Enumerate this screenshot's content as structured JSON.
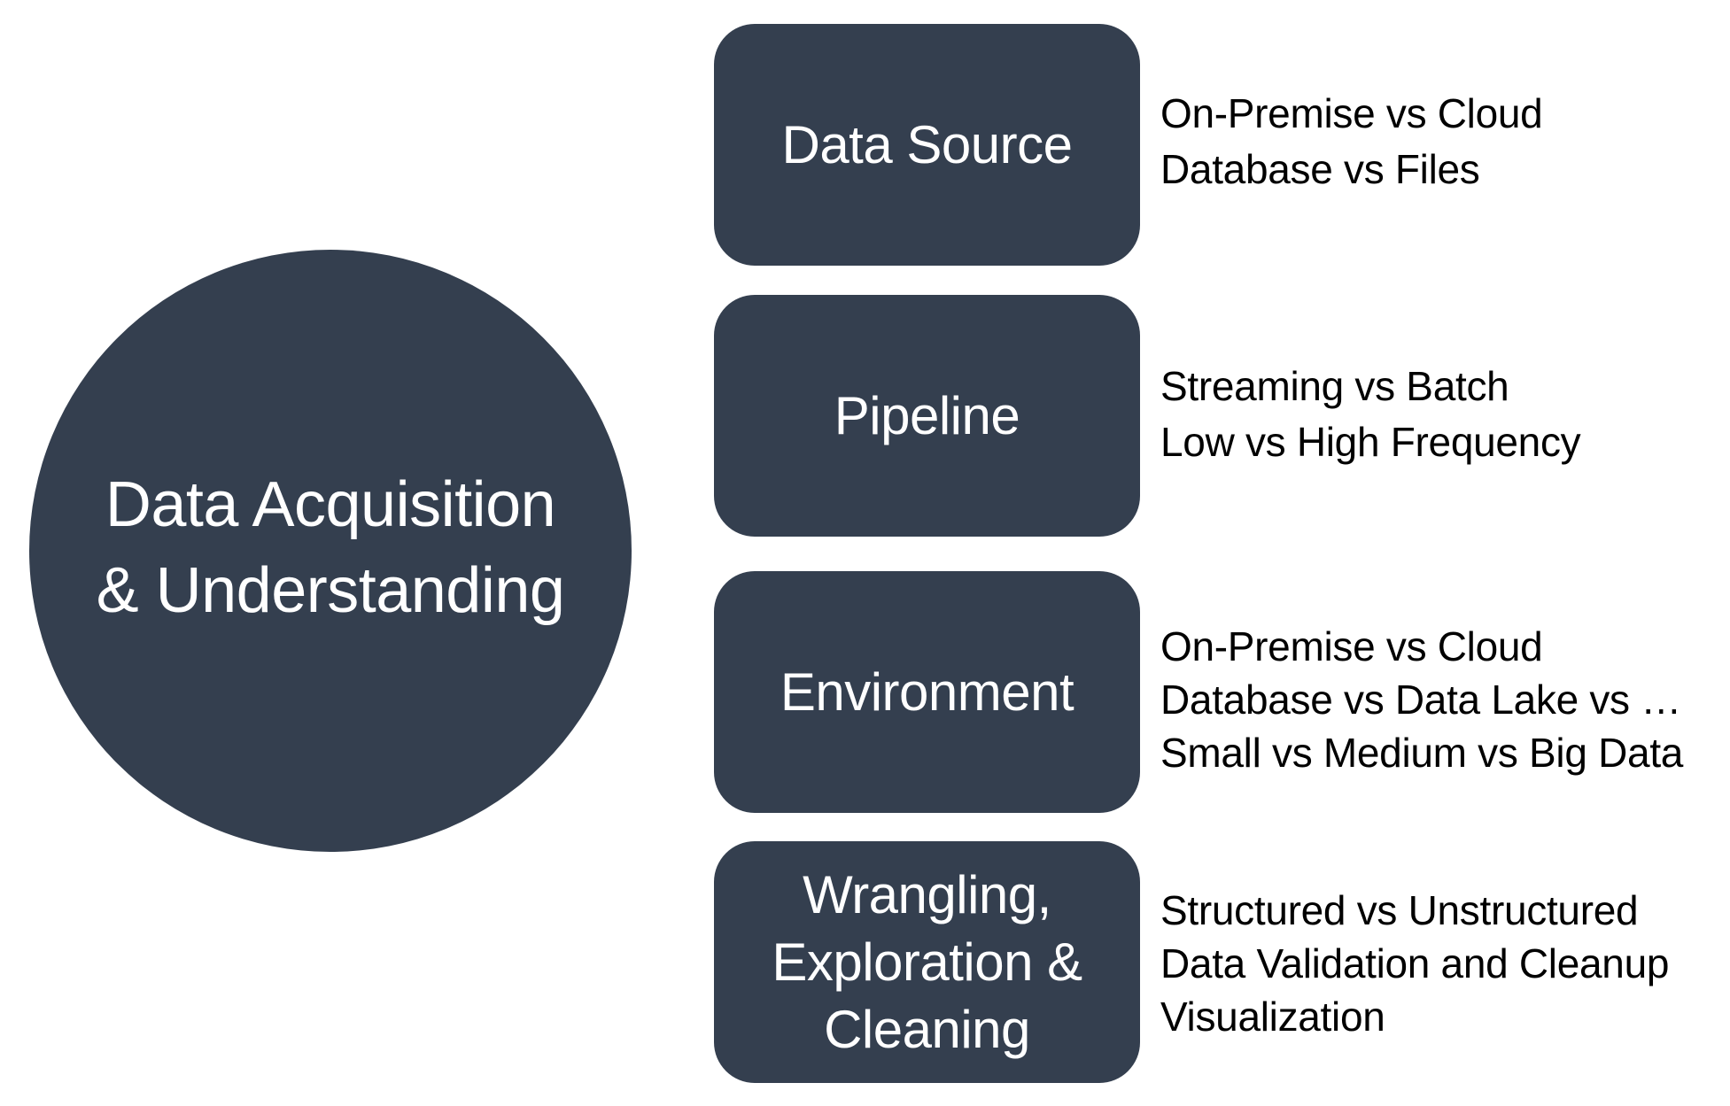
{
  "hub": {
    "lines": [
      "Data Acquisition",
      "& Understanding"
    ]
  },
  "stages": [
    {
      "label_lines": [
        "Data Source"
      ],
      "details": [
        "On-Premise vs Cloud",
        "Database vs Files"
      ]
    },
    {
      "label_lines": [
        "Pipeline"
      ],
      "details": [
        "Streaming vs Batch",
        "Low vs High Frequency"
      ]
    },
    {
      "label_lines": [
        "Environment"
      ],
      "details": [
        "On-Premise vs Cloud",
        "Database vs Data Lake vs …",
        "Small vs Medium vs Big Data"
      ]
    },
    {
      "label_lines": [
        "Wrangling,",
        "Exploration &",
        "Cleaning"
      ],
      "details": [
        "Structured vs Unstructured",
        "Data Validation and Cleanup",
        "Visualization"
      ]
    }
  ],
  "colors": {
    "shape_fill": "#343f4f",
    "shape_text": "#ffffff",
    "detail_text": "#000000",
    "background": "#ffffff"
  }
}
